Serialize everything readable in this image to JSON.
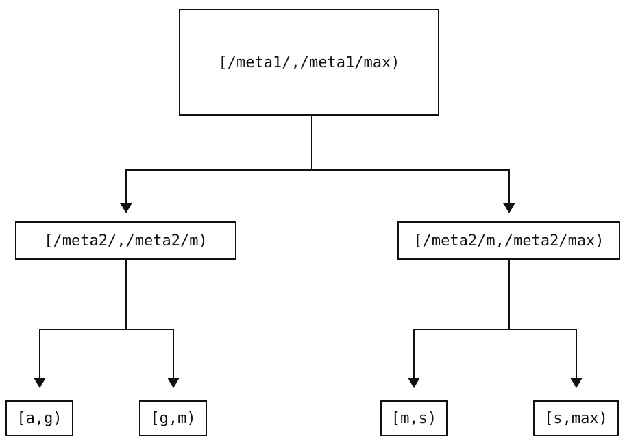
{
  "diagram": {
    "type": "tree",
    "description_levels": 3,
    "colors": {
      "background": "#ffffff",
      "line": "#111111",
      "text": "#111111",
      "node_fill": "#ffffff"
    },
    "nodes": {
      "root": {
        "label": "[/meta1/,/meta1/max)"
      },
      "left": {
        "label": "[/meta2/,/meta2/m)"
      },
      "right": {
        "label": "[/meta2/m,/meta2/max)"
      },
      "leaf_ag": {
        "label": "[a,g)"
      },
      "leaf_gm": {
        "label": "[g,m)"
      },
      "leaf_ms": {
        "label": "[m,s)"
      },
      "leaf_smax": {
        "label": "[s,max)"
      }
    },
    "edges": [
      {
        "from": "root",
        "to": "left"
      },
      {
        "from": "root",
        "to": "right"
      },
      {
        "from": "left",
        "to": "leaf_ag"
      },
      {
        "from": "left",
        "to": "leaf_gm"
      },
      {
        "from": "right",
        "to": "leaf_ms"
      },
      {
        "from": "right",
        "to": "leaf_smax"
      }
    ]
  }
}
